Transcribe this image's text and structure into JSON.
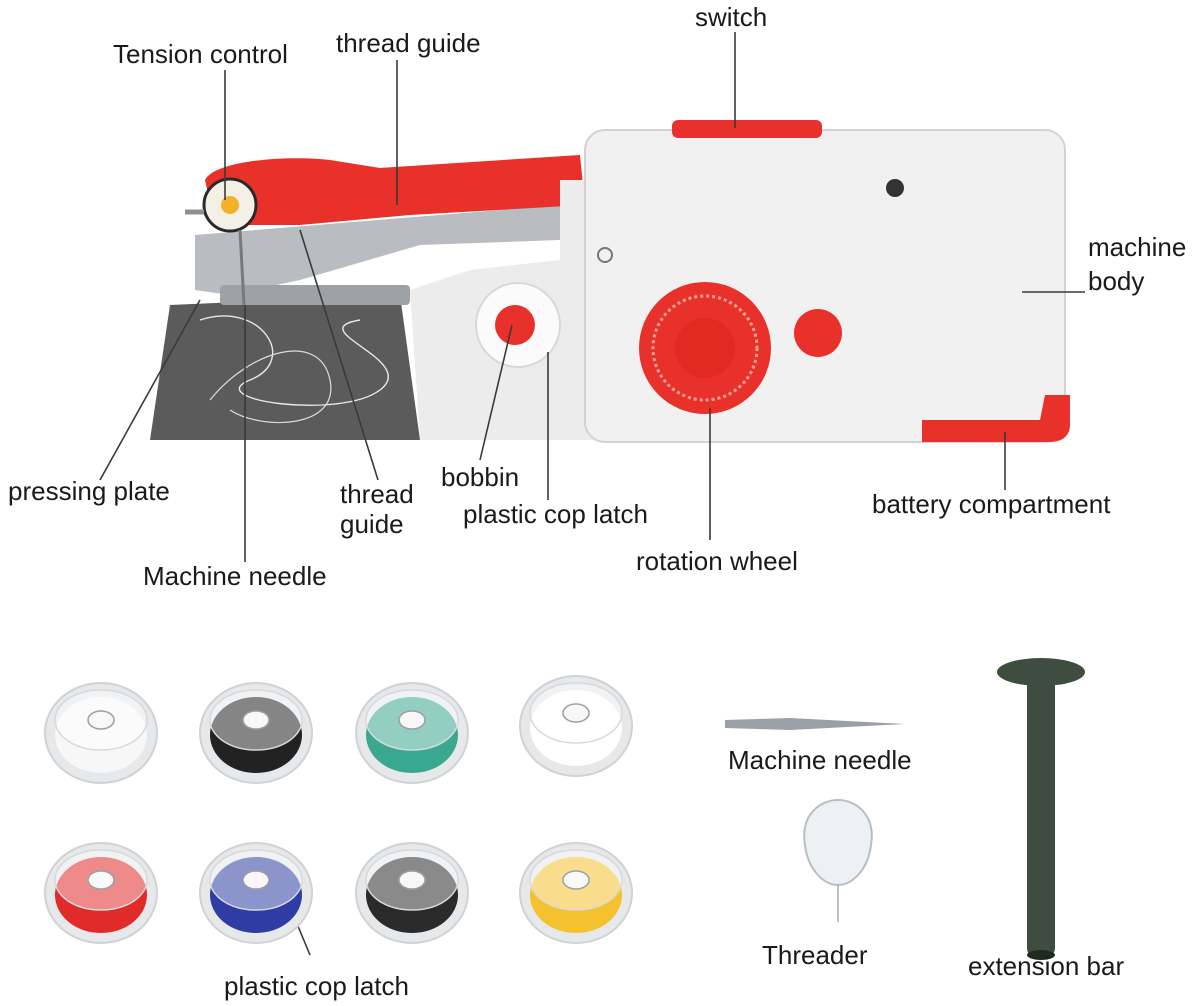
{
  "labels": {
    "tension_control": "Tension control",
    "thread_guide_top": "thread guide",
    "switch": "switch",
    "machine_body_line1": "machine",
    "machine_body_line2": "body",
    "pressing_plate": "pressing plate",
    "thread_guide_bottom_line1": "thread",
    "thread_guide_bottom_line2": "guide",
    "bobbin": "bobbin",
    "plastic_cop_latch_top": "plastic cop latch",
    "battery_compartment": "battery compartment",
    "rotation_wheel": "rotation wheel",
    "machine_needle_top": "Machine needle",
    "machine_needle_accessory": "Machine needle",
    "threader": "Threader",
    "extension_bar": "extension bar",
    "plastic_cop_latch_bottom": "plastic cop latch"
  },
  "colors": {
    "accent_red": "#e8312a",
    "body_white": "#f1f1f1",
    "fabric_gray": "#5b5b5b",
    "bar_green": "#3e4d3f",
    "metal": "#b9bcc0"
  },
  "bobbins": [
    {
      "name": "white-bobbin",
      "color": "#f7f7f7"
    },
    {
      "name": "white-black-bobbin",
      "color": "#222222"
    },
    {
      "name": "teal-bobbin",
      "color": "#3aa88e"
    },
    {
      "name": "white-plain-bobbin",
      "color": "#ffffff"
    },
    {
      "name": "red-bobbin",
      "color": "#e12b2b"
    },
    {
      "name": "blue-bobbin",
      "color": "#2f3da3"
    },
    {
      "name": "black-bobbin",
      "color": "#2a2a2a"
    },
    {
      "name": "yellow-bobbin",
      "color": "#f4c22e"
    }
  ]
}
